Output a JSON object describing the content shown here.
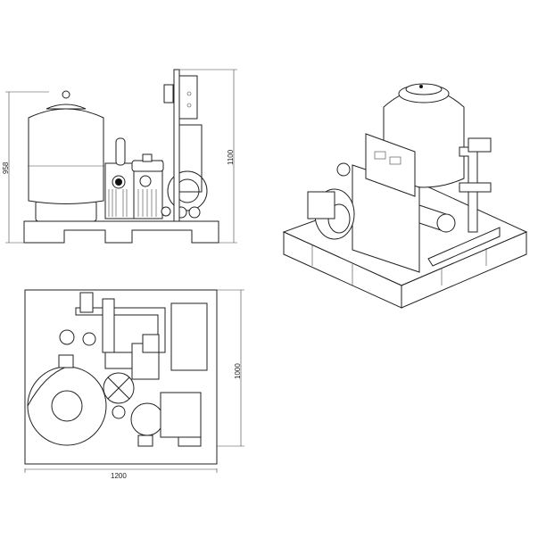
{
  "dimensions": {
    "front_height": "958",
    "front_total_height": "1100",
    "top_depth": "1000",
    "top_width": "1200"
  },
  "colors": {
    "line": "#222222",
    "background": "#ffffff"
  }
}
